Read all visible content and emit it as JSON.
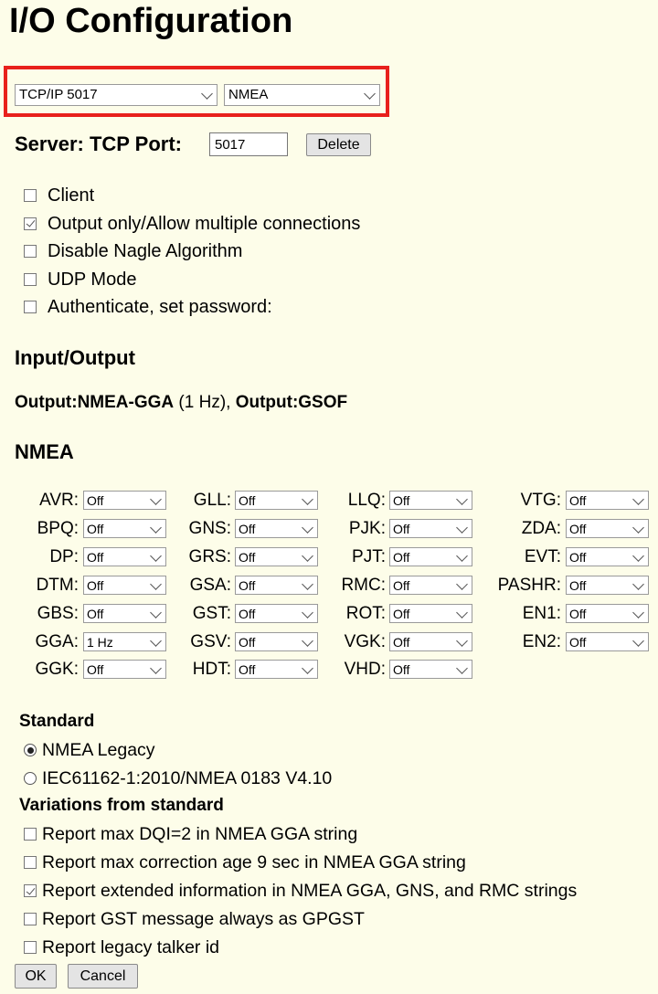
{
  "page": {
    "title": "I/O Configuration"
  },
  "port_select": {
    "value": "TCP/IP 5017"
  },
  "protocol_select": {
    "value": "NMEA"
  },
  "server": {
    "label": "Server: TCP Port:",
    "port": "5017",
    "delete_label": "Delete"
  },
  "options": [
    {
      "label": "Client",
      "checked": false
    },
    {
      "label": "Output only/Allow multiple connections",
      "checked": true
    },
    {
      "label": "Disable Nagle Algorithm",
      "checked": false
    },
    {
      "label": "UDP Mode",
      "checked": false
    },
    {
      "label": "Authenticate, set password:",
      "checked": false
    }
  ],
  "io": {
    "heading": "Input/Output",
    "out1_prefix": "Output:NMEA-GGA",
    "out1_rate": " (1 Hz), ",
    "out2": "Output:GSOF"
  },
  "nmea": {
    "heading": "NMEA",
    "columns": [
      [
        {
          "label": "AVR:",
          "value": "Off"
        },
        {
          "label": "BPQ:",
          "value": "Off"
        },
        {
          "label": "DP:",
          "value": "Off"
        },
        {
          "label": "DTM:",
          "value": "Off"
        },
        {
          "label": "GBS:",
          "value": "Off"
        },
        {
          "label": "GGA:",
          "value": "1 Hz"
        },
        {
          "label": "GGK:",
          "value": "Off"
        }
      ],
      [
        {
          "label": "GLL:",
          "value": "Off"
        },
        {
          "label": "GNS:",
          "value": "Off"
        },
        {
          "label": "GRS:",
          "value": "Off"
        },
        {
          "label": "GSA:",
          "value": "Off"
        },
        {
          "label": "GST:",
          "value": "Off"
        },
        {
          "label": "GSV:",
          "value": "Off"
        },
        {
          "label": "HDT:",
          "value": "Off"
        }
      ],
      [
        {
          "label": "LLQ:",
          "value": "Off"
        },
        {
          "label": "PJK:",
          "value": "Off"
        },
        {
          "label": "PJT:",
          "value": "Off"
        },
        {
          "label": "RMC:",
          "value": "Off"
        },
        {
          "label": "ROT:",
          "value": "Off"
        },
        {
          "label": "VGK:",
          "value": "Off"
        },
        {
          "label": "VHD:",
          "value": "Off"
        }
      ],
      [
        {
          "label": "VTG:",
          "value": "Off"
        },
        {
          "label": "ZDA:",
          "value": "Off"
        },
        {
          "label": "EVT:",
          "value": "Off"
        },
        {
          "label": "PASHR:",
          "value": "Off"
        },
        {
          "label": "EN1:",
          "value": "Off"
        },
        {
          "label": "EN2:",
          "value": "Off"
        }
      ]
    ]
  },
  "standard": {
    "heading": "Standard",
    "options": [
      {
        "label": "NMEA Legacy",
        "selected": true
      },
      {
        "label": "IEC61162-1:2010/NMEA 0183 V4.10",
        "selected": false
      }
    ]
  },
  "variations": {
    "heading": "Variations from standard",
    "options": [
      {
        "label": "Report max DQI=2 in NMEA GGA string",
        "checked": false
      },
      {
        "label": "Report max correction age 9 sec in NMEA GGA string",
        "checked": false
      },
      {
        "label": "Report extended information in NMEA GGA, GNS, and RMC strings",
        "checked": true
      },
      {
        "label": "Report GST message always as GPGST",
        "checked": false
      },
      {
        "label": "Report legacy talker id",
        "checked": false
      }
    ]
  },
  "buttons": {
    "ok": "OK",
    "cancel": "Cancel"
  }
}
